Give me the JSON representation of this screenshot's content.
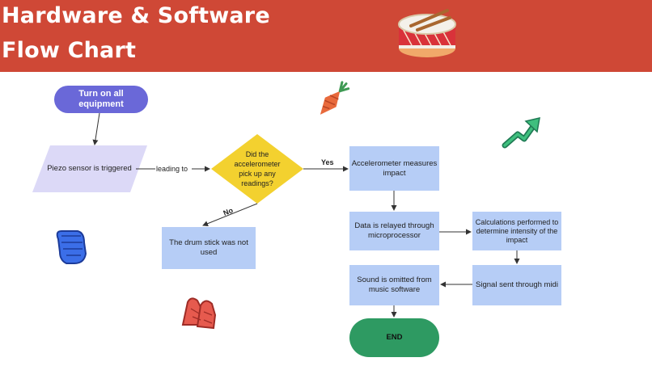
{
  "header": {
    "title_line1": "Hardware & Software",
    "title_line2": "Flow Chart",
    "background_color": "#cf4836",
    "drum_icon": "drum-icon"
  },
  "flowchart": {
    "start": "Turn on all equipment",
    "piezo": "Piezo sensor is triggered",
    "decision": "Did the accelerometer pick up any readings?",
    "accel": "Accelerometer measures impact",
    "stick_unused": "The drum stick was not used",
    "relay": "Data is relayed through microprocessor",
    "calc": "Calculations performed to determine intensity of the impact",
    "signal": "Signal sent through midi",
    "sound": "Sound is omitted from music software",
    "end": "END",
    "edge_labels": {
      "leading_to": "leading to",
      "yes": "Yes",
      "no": "No"
    }
  },
  "colors": {
    "terminal_start": "#6a68d8",
    "terminal_end": "#2e9a62",
    "process_box": "#b6cdf6",
    "input_shape": "#dcd9f7",
    "decision_shape": "#f3d12f"
  },
  "decorations": [
    "carrot-icon",
    "trend-arrow-icon",
    "fist-icon",
    "clapping-hands-icon"
  ]
}
